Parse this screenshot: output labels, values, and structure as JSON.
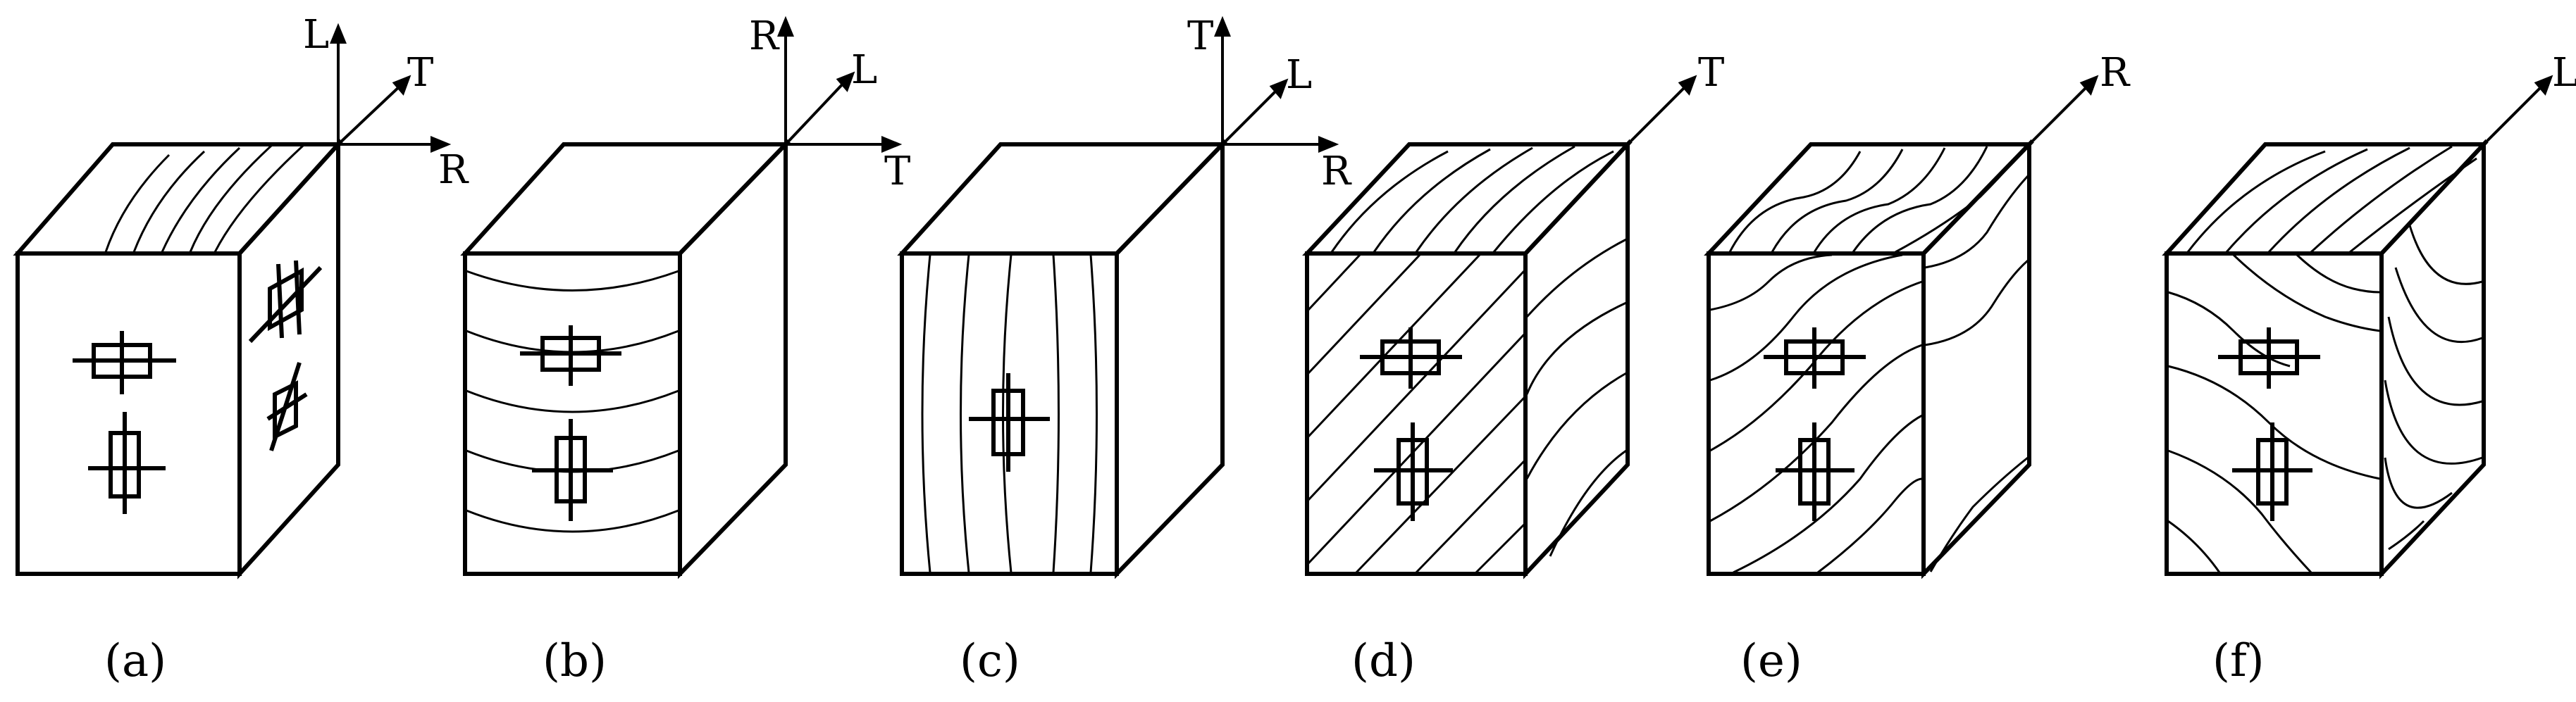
{
  "figure": {
    "panels": [
      {
        "id": "a",
        "caption": "(a)",
        "axes": [
          {
            "label": "L"
          },
          {
            "label": "T"
          },
          {
            "label": "R"
          }
        ]
      },
      {
        "id": "b",
        "caption": "(b)",
        "axes": [
          {
            "label": "R"
          },
          {
            "label": "L"
          },
          {
            "label": "T"
          }
        ]
      },
      {
        "id": "c",
        "caption": "(c)",
        "axes": [
          {
            "label": "T"
          },
          {
            "label": "L"
          },
          {
            "label": "R"
          }
        ]
      },
      {
        "id": "d",
        "caption": "(d)",
        "axes": [
          {
            "label": "T"
          }
        ]
      },
      {
        "id": "e",
        "caption": "(e)",
        "axes": [
          {
            "label": "R"
          }
        ]
      },
      {
        "id": "f",
        "caption": "(f)",
        "axes": [
          {
            "label": "L"
          }
        ]
      }
    ]
  },
  "colors": {
    "stroke": "#000000",
    "background": "#ffffff"
  }
}
